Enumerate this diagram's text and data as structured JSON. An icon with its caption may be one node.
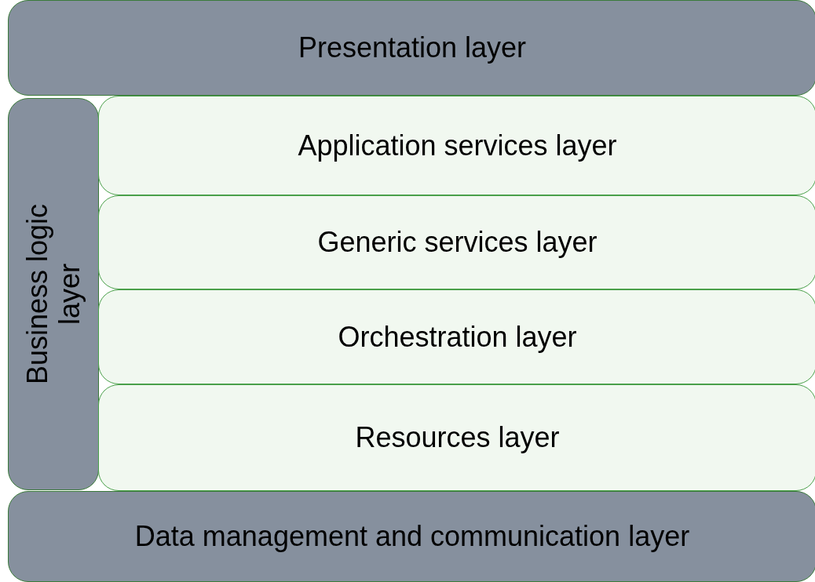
{
  "diagram": {
    "nodes": [
      {
        "text": [
          "Presentation layer"
        ]
      },
      {
        "text": [
          "Business logic layer"
        ]
      },
      {
        "text": [
          "Application services layer"
        ]
      },
      {
        "text": [
          "Generic services layer"
        ]
      },
      {
        "text": [
          "Orchestration layer"
        ]
      },
      {
        "text": [
          "Resources layer"
        ]
      },
      {
        "text": [
          "Data management and communication layer"
        ]
      }
    ]
  }
}
